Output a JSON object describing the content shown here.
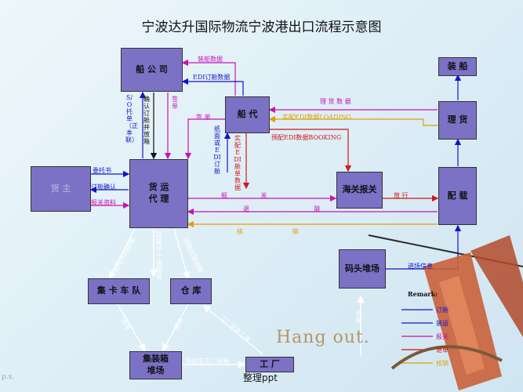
{
  "title": "宁波达升国际物流宁波港出口流程示意图",
  "footer": "整理ppt",
  "corner_mark": "p.s.",
  "watermark": "Hang out.",
  "nodes": {
    "shipping_company": "船 公 司",
    "ship_agent": "船 代",
    "shipper": "货 主",
    "forwarder": "货 运\n代 理",
    "customs": "海关报关",
    "stowage": "配 载",
    "tally": "理 货",
    "loading": "装 船",
    "terminal_yard": "码头堆场",
    "truck_team": "集 卡 车 队",
    "warehouse": "仓 库",
    "container_yard": "集装箱\n堆场",
    "factory": "工 厂"
  },
  "edges": {
    "loading_data": "装船数据",
    "edi_booking": "EDI订舱数据",
    "so_booking": "S/O托单（正本联）",
    "confirm_release": "确认订舱并放箱",
    "sign_bill_v": "签单",
    "sign_bill_h": "签 单",
    "paper_edi_booking": "纸面或EDI订舱",
    "actual_edi_booking": "实配EDI舱单数据",
    "tally_data": "理 货 数 据",
    "actual_edi_loading": "实配EDI数据LOADING",
    "pre_edi_booking": "预配EDI数据BOOKING",
    "entrust": "委托书",
    "booking_confirm": "订舱确认",
    "customs_docs": "报关资料",
    "declare": "报 关",
    "release": "放 行",
    "return_receipt": "退 联",
    "write_off": "核 销",
    "entry_info": "进场信息",
    "to_factory": "到指定工厂装箱",
    "pickup_left": "运输车队提箱",
    "pickup_mid": "提箱单十装箱单",
    "pickup_right": "提箱运输装箱",
    "to_yard_left": "进港",
    "to_yard_mid": "进港",
    "factory_warehouse": "工厂送货入库",
    "yard_side": "进港"
  },
  "legend": {
    "title": "Remark:",
    "items": [
      "订舱",
      "装运",
      "报关",
      "退单",
      "核销"
    ],
    "colors": [
      "#1414c8",
      "#1414c8",
      "#c81496",
      "#c81414",
      "#e0a000"
    ]
  },
  "colors": {
    "blue": "#1414c8",
    "magenta": "#c814b4",
    "red": "#d01818",
    "orange": "#e0a000",
    "box": "#7b72c6",
    "white_arrow": "#ffffff"
  }
}
